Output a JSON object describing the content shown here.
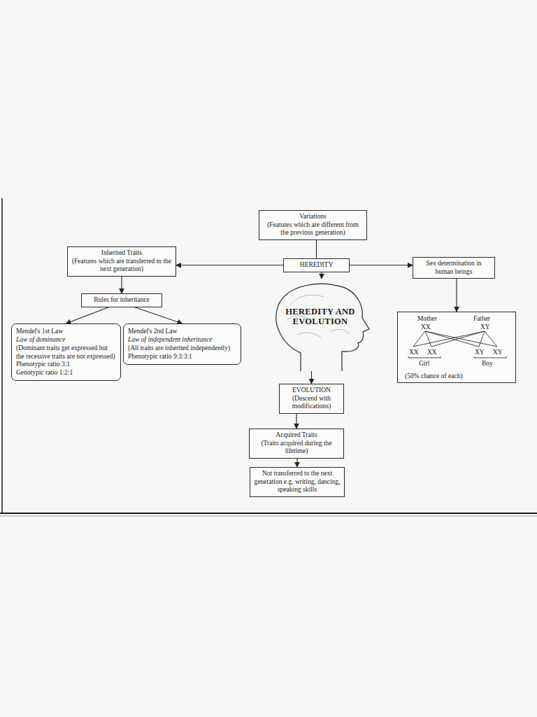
{
  "diagram": {
    "nodes": [
      {
        "text": [
          "Variations",
          "(Features which are different from the previous generation)"
        ]
      },
      {
        "text": [
          "Inherited Traits",
          "(Features which are transferred to the next generation)"
        ]
      },
      {
        "text": [
          "HEREDITY"
        ]
      },
      {
        "text": [
          "Sex determination in human beings"
        ]
      },
      {
        "text": [
          "Rules for inheritance"
        ]
      },
      {
        "text": [
          "HEREDITY AND EVOLUTION"
        ]
      },
      {
        "text": [
          "Mendel's 1st Law",
          "Law of dominance",
          "(Dominant traits get expressed but the recessive traits are not expressed)",
          "Phenotypic ratio 3:1",
          "Genotypic ratio 1:2:1"
        ]
      },
      {
        "text": [
          "Mendel's 2nd Law",
          "Law of independent inheritance",
          "(All traits are inherited independently)",
          "Phenotypic ratio 9:3:3:1"
        ]
      },
      {
        "text": [
          "Mother",
          "Father",
          "XX",
          "XY",
          "XX",
          "XX",
          "XY",
          "XY",
          "Girl",
          "Boy",
          "(50% chance of each)"
        ]
      },
      {
        "text": [
          "EVOLUTION",
          "(Descend with modifications)"
        ]
      },
      {
        "text": [
          "Acquired Traits",
          "(Traits acquired during the lifetime)"
        ]
      },
      {
        "text": [
          "Not transferred to the next generation e.g. writing, dancing, speaking skills"
        ]
      }
    ],
    "edges": [
      {
        "from": 0,
        "to": 2,
        "arrow": "none"
      },
      {
        "from": 2,
        "to": 1,
        "arrow": "to"
      },
      {
        "from": 2,
        "to": 3,
        "arrow": "to"
      },
      {
        "from": 1,
        "to": 4,
        "arrow": "to"
      },
      {
        "from": 4,
        "to": 6,
        "arrow": "to"
      },
      {
        "from": 4,
        "to": 7,
        "arrow": "to"
      },
      {
        "from": 3,
        "to": 8,
        "arrow": "to"
      },
      {
        "from": 2,
        "to": 5,
        "arrow": "to"
      },
      {
        "from": 5,
        "to": 9,
        "arrow": "to"
      },
      {
        "from": 9,
        "to": 10,
        "arrow": "to"
      },
      {
        "from": 10,
        "to": 11,
        "arrow": "to"
      }
    ]
  }
}
